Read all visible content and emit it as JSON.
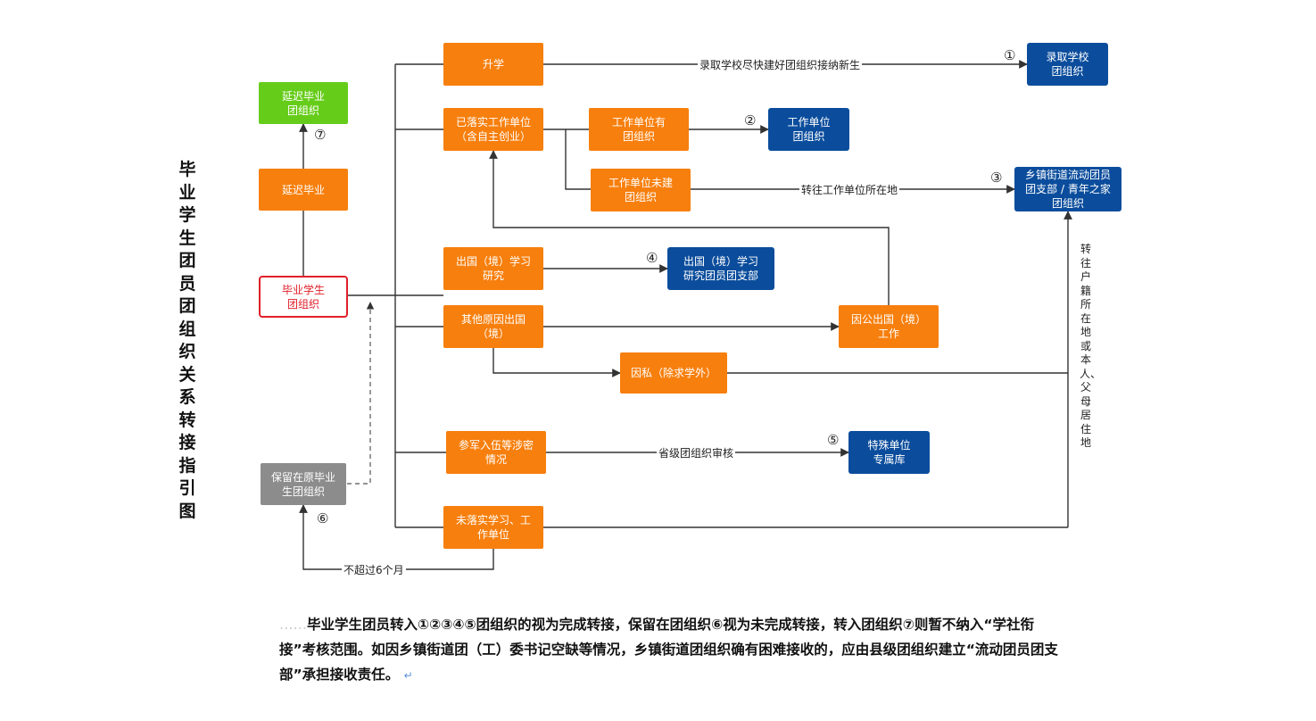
{
  "title": "毕业学生团员团组织关系转接指引图",
  "nodes": {
    "graduate": "毕业学生\n团组织",
    "delay": "延迟毕业",
    "delay_org": "延迟毕业\n团组织",
    "retain": "保留在原毕业\n生团组织",
    "further_study": "升学",
    "employed": "已落实工作单位\n（含自主创业）",
    "employer_has_org": "工作单位有\n团组织",
    "employer_no_org": "工作单位未建\n团组织",
    "abroad_study": "出国（境）学习\n研究",
    "abroad_other": "其他原因出国\n（境）",
    "abroad_public": "因公出国（境）\n工作",
    "abroad_private": "因私（除求学外）",
    "military": "参军入伍等涉密\n情况",
    "unplaced": "未落实学习、工\n作单位",
    "school_org": "录取学校\n团组织",
    "employer_org": "工作单位\n团组织",
    "township_org": "乡镇街道流动团员\n团支部 / 青年之家\n团组织",
    "abroad_branch": "出国（境）学习\n研究团员团支部",
    "special_library": "特殊单位\n专属库"
  },
  "edge_labels": {
    "school": "录取学校尽快建好团组织接纳新生",
    "employer_location": "转往工作单位所在地",
    "provincial_review": "省级团组织审核",
    "within_6_months": "不超过6个月",
    "household_location": "转往户籍所在地或本人、父母居住地"
  },
  "markers": [
    "①",
    "②",
    "③",
    "④",
    "⑤",
    "⑥",
    "⑦"
  ],
  "note": {
    "leading_dots": "……",
    "text": "毕业学生团员转入①②③④⑤团组织的视为完成转接，保留在团组织⑥视为未完成转接，转入团组织⑦则暂不纳入“学社衔接”考核范围。如因乡镇街道团（工）委书记空缺等情况，乡镇街道团组织确有困难接收的，应由县级团组织建立“流动团员团支部”承担接收责任。",
    "return_mark": "↵"
  },
  "colors": {
    "orange": "#f77f0d",
    "blue": "#0b4d9c",
    "green": "#66cc1a",
    "gray": "#8c8c8c",
    "red": "#e0202a",
    "line": "#333333"
  }
}
